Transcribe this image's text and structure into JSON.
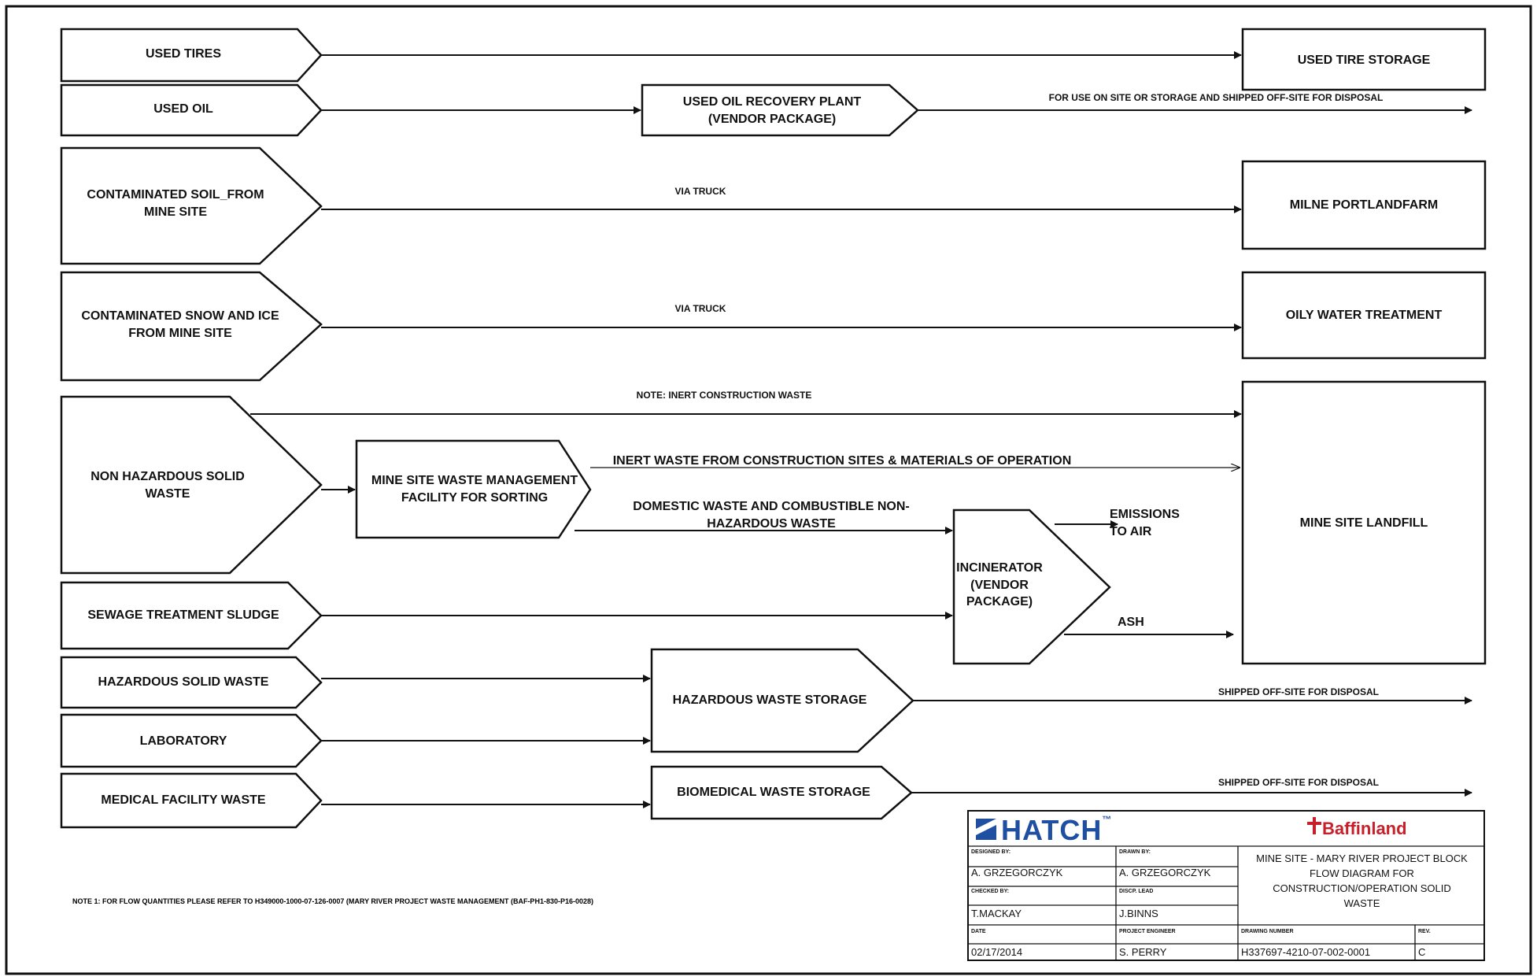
{
  "diagram": {
    "sources": {
      "used_tires": "USED TIRES",
      "used_oil": "USED OIL",
      "contaminated_soil": "CONTAMINATED SOIL_FROM\nMINE SITE",
      "contaminated_snow": "CONTAMINATED SNOW AND ICE\nFROM MINE SITE",
      "non_hazardous": "NON HAZARDOUS SOLID\nWASTE",
      "sewage": "SEWAGE TREATMENT SLUDGE",
      "hazardous": "HAZARDOUS SOLID WASTE",
      "laboratory": "LABORATORY",
      "medical": "MEDICAL FACILITY WASTE"
    },
    "processes": {
      "used_oil_recovery": "USED OIL RECOVERY PLANT\n(VENDOR PACKAGE)",
      "waste_management": "MINE SITE WASTE MANAGEMENT\nFACILITY FOR SORTING",
      "incinerator": "INCINERATOR\n(VENDOR\nPACKAGE)",
      "hazardous_storage": "HAZARDOUS WASTE STORAGE",
      "biomedical_storage": "BIOMEDICAL WASTE STORAGE"
    },
    "destinations": {
      "used_tire_storage": "USED TIRE STORAGE",
      "milne_landfarm": "MILNE PORTLANDFARM",
      "oily_water": "OILY WATER TREATMENT",
      "landfill": "MINE SITE LANDFILL"
    },
    "flow_labels": {
      "oil_offsite": "FOR USE ON SITE OR STORAGE AND SHIPPED OFF-SITE FOR DISPOSAL",
      "via_truck_1": "VIA TRUCK",
      "via_truck_2": "VIA TRUCK",
      "inert_note": "NOTE: INERT CONSTRUCTION WASTE",
      "inert_waste": "INERT WASTE FROM CONSTRUCTION SITES  & MATERIALS OF OPERATION",
      "domestic_waste": "DOMESTIC WASTE AND COMBUSTIBLE NON-\nHAZARDOUS WASTE",
      "emissions": "EMISSIONS\nTO AIR",
      "ash": "ASH",
      "shipped_1": "SHIPPED OFF-SITE FOR DISPOSAL",
      "shipped_2": "SHIPPED OFF-SITE FOR DISPOSAL"
    },
    "note": "NOTE 1: FOR FLOW QUANTITIES PLEASE REFER TO H349000-1000-07-126-0007 (MARY RIVER PROJECT WASTE MANAGEMENT (BAF-PH1-830-P16-0028)"
  },
  "title_block": {
    "hatch_logo": "HATCH",
    "hatch_tm": "™",
    "baffinland_logo": "Baffinland",
    "title": "MINE SITE - MARY RIVER PROJECT BLOCK\nFLOW DIAGRAM FOR\nCONSTRUCTION/OPERATION SOLID\nWASTE",
    "designed_by_label": "DESIGNED BY:",
    "designed_by": "A. GRZEGORCZYK",
    "drawn_by_label": "DRAWN BY:",
    "drawn_by": "A. GRZEGORCZYK",
    "checked_by_label": "CHECKED BY:",
    "checked_by": "T.MACKAY",
    "discp_lead_label": "DISCP. LEAD",
    "discp_lead": "J.BINNS",
    "date_label": "DATE",
    "date": "02/17/2014",
    "project_engineer_label": "PROJECT ENGINEER",
    "project_engineer": "S. PERRY",
    "drawing_number_label": "DRAWING NUMBER",
    "drawing_number": "H337697-4210-07-002-0001",
    "rev_label": "REV.",
    "rev": "C"
  },
  "colors": {
    "line": "#111111",
    "hatch_blue": "#1f4fa0",
    "baffinland_red": "#c8202a"
  }
}
